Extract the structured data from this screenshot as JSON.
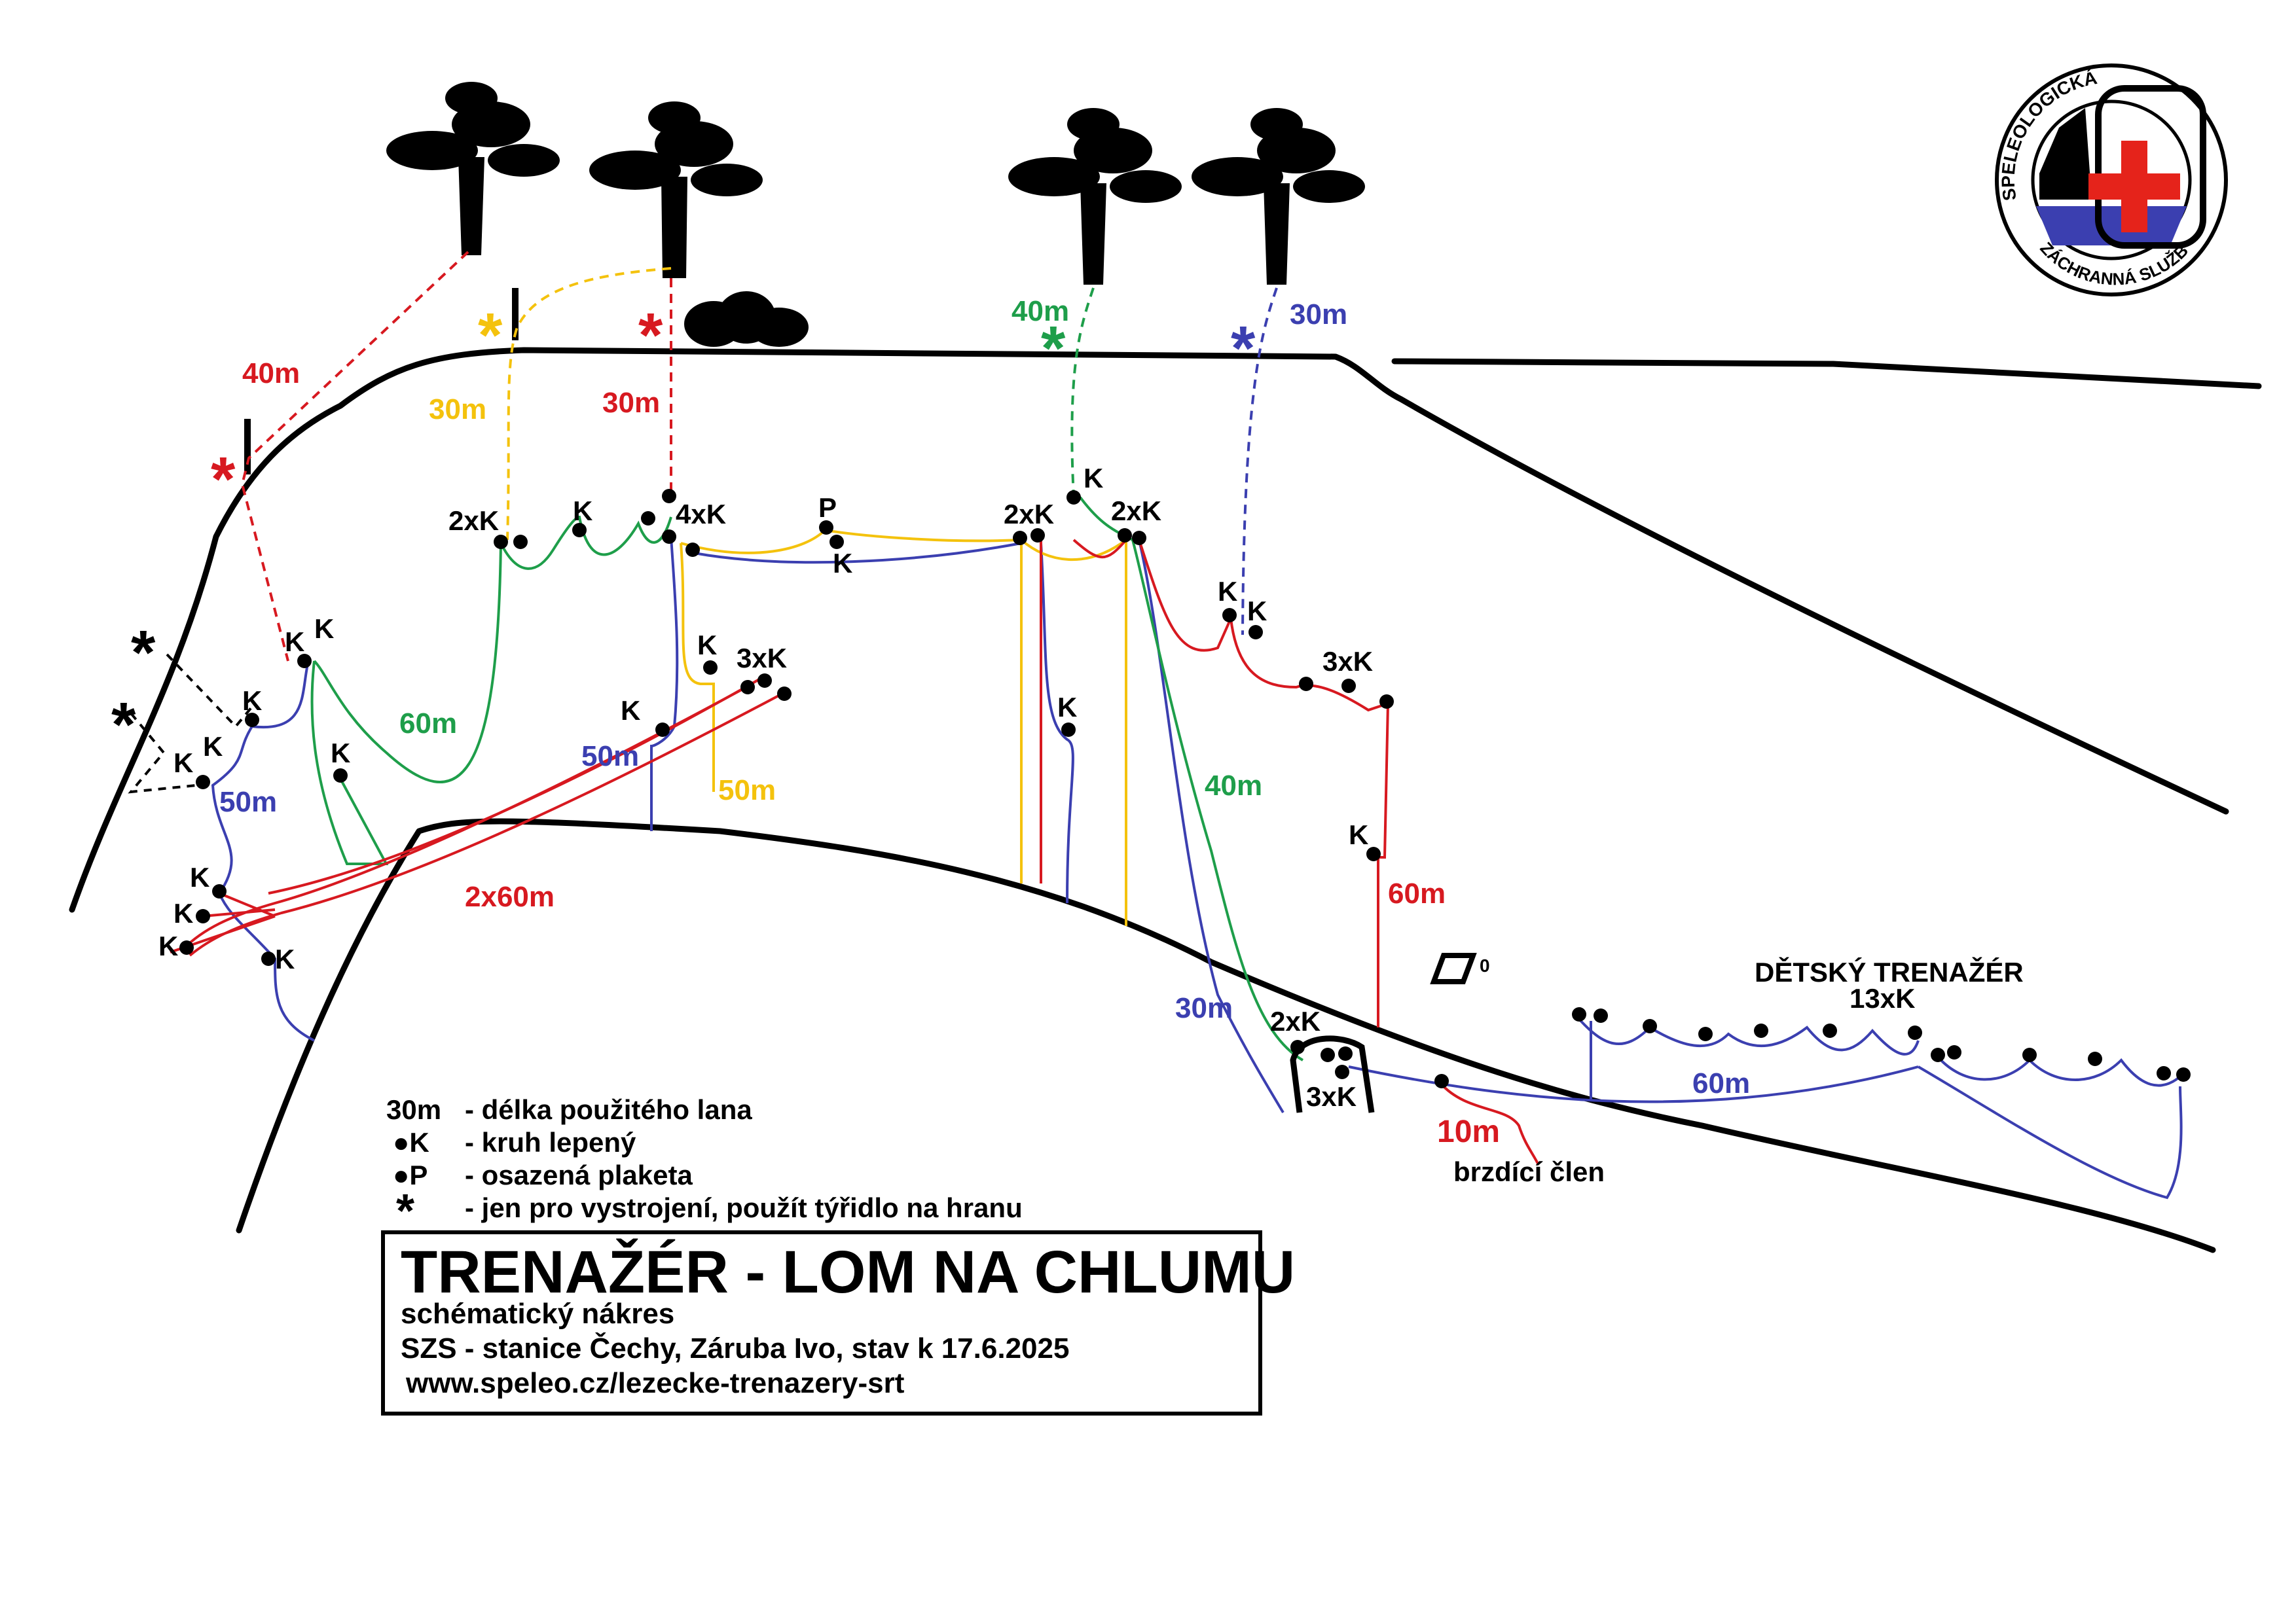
{
  "colors": {
    "red": "#d71920",
    "yellow": "#f4c20d",
    "green": "#1e9e4a",
    "blue": "#3b3fb0",
    "black": "#000000"
  },
  "title_box": {
    "title": "TRENAŽÉR - LOM NA CHLUMU",
    "line1": "schématický nákres",
    "line2": "SZS - stanice Čechy, Záruba Ivo, stav k  17.6.2025",
    "line3": "www.speleo.cz/lezecke-trenazery-srt"
  },
  "legend": {
    "rope_symbol": "30m",
    "rope_text": "- délka použitého lana",
    "k_symbol": "●K",
    "k_text": "- kruh lepený",
    "p_symbol": "●P",
    "p_text": "- osazená plaketa",
    "star_symbol": "*",
    "star_text": "- jen pro vystrojení, použít týřidlo na hranu"
  },
  "logo": {
    "ring_top": "SPELEOLOGICKÁ",
    "ring_bottom": "ZÁCHRANNÁ SLUŽBA ČSS"
  },
  "rope_lengths": {
    "red_40_top": "40m",
    "yellow_30": "30m",
    "red_30": "30m",
    "green_40_top": "40m",
    "blue_30_top": "30m",
    "green_60": "60m",
    "blue_50_left": "50m",
    "blue_50_mid": "50m",
    "yellow_50": "50m",
    "red_2x60": "2x60m",
    "green_40_right": "40m",
    "red_60": "60m",
    "blue_30_bottom": "30m",
    "blue_60_kids": "60m",
    "red_10": "10m"
  },
  "labels": {
    "k": "K",
    "p": "P",
    "two_k": "2xK",
    "three_k": "3xK",
    "four_k": "4xK",
    "brake": "brzdící člen",
    "kids_title": "DĚTSKÝ TRENAŽÉR",
    "kids_count": "13xK",
    "star": "*",
    "zero": "0"
  }
}
